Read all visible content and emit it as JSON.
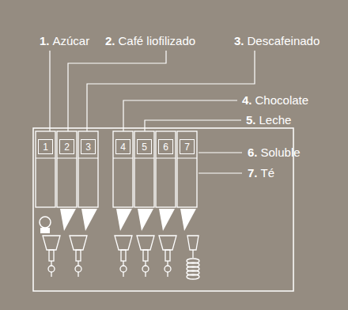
{
  "diagram": {
    "nodes": [
      {
        "text": [
          "1"
        ]
      },
      {
        "text": [
          "2"
        ]
      },
      {
        "text": [
          "3"
        ]
      },
      {
        "text": [
          "4"
        ]
      },
      {
        "text": [
          "5"
        ]
      },
      {
        "text": [
          "6"
        ]
      },
      {
        "text": [
          "7"
        ]
      }
    ],
    "labels": [
      "1.",
      "Azúcar",
      "2.",
      "Café liofilizado",
      "3.",
      "Descafeinado",
      "4.",
      "Chocolate",
      "5.",
      "Leche",
      "6.",
      "Soluble",
      "7.",
      "Té"
    ]
  }
}
